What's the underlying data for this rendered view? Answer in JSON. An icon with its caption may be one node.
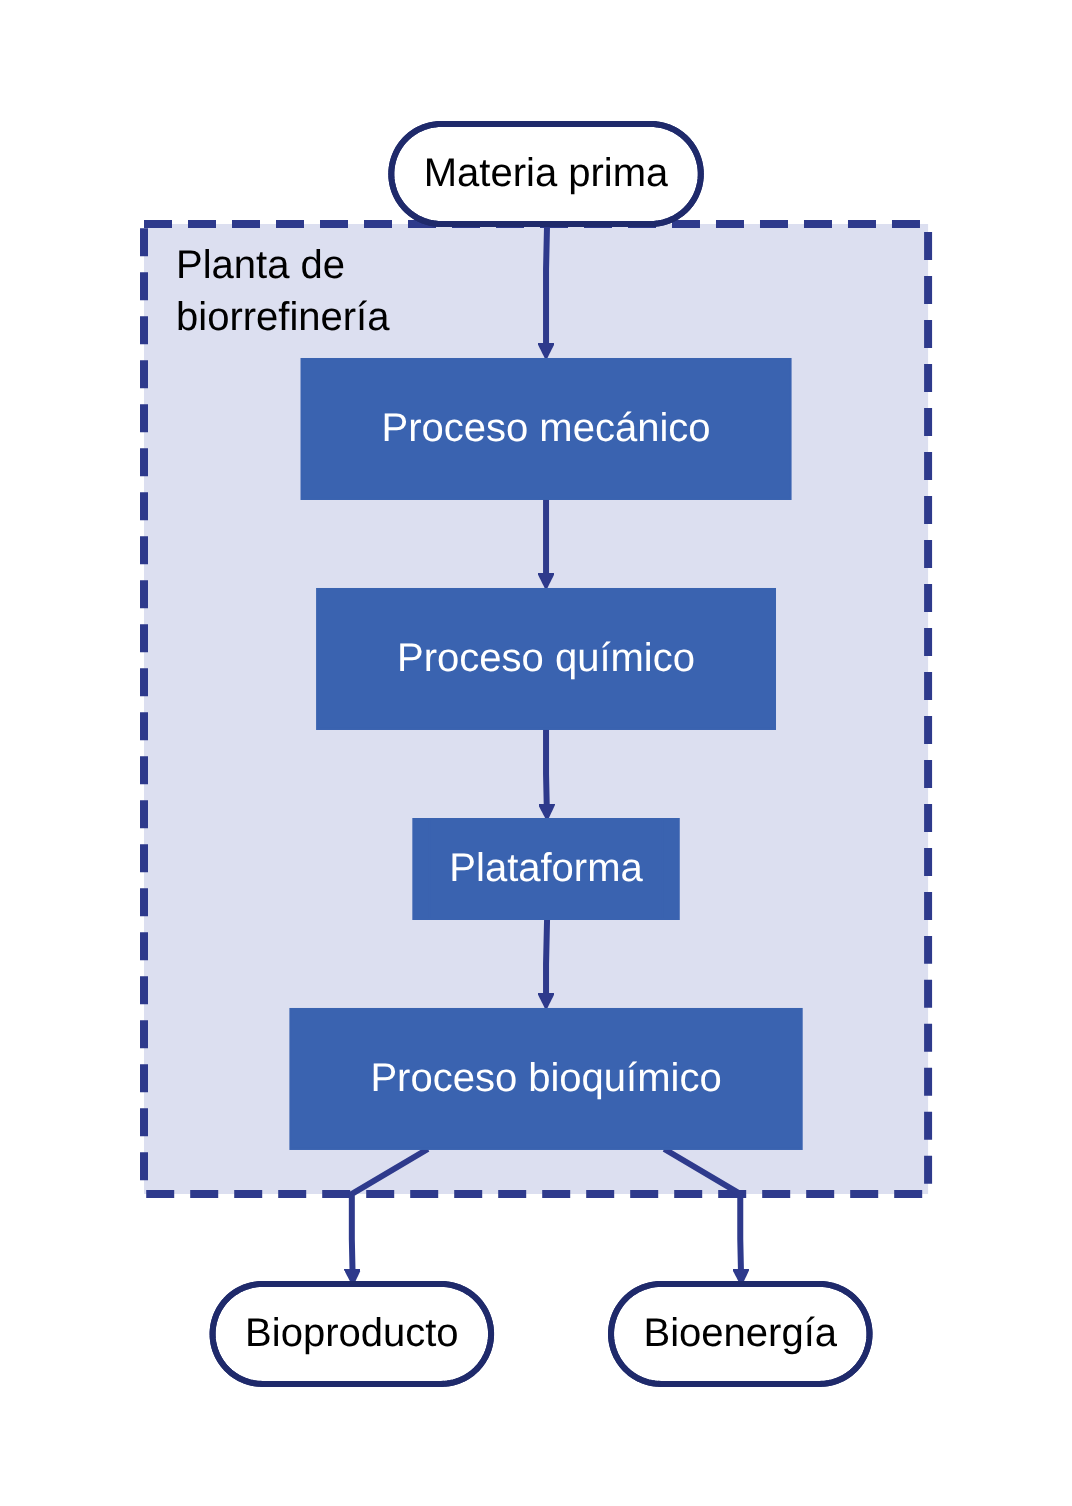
{
  "diagram": {
    "nodes": [
      {
        "text": [
          "Materia prima"
        ]
      },
      {
        "text": [
          "Planta de biorrefinería"
        ]
      },
      {
        "text": [
          "Proceso mecánico"
        ],
        "in": 1
      },
      {
        "text": [
          "Proceso químico"
        ],
        "in": 1
      },
      {
        "text": [
          "Plataforma"
        ],
        "in": 1
      },
      {
        "text": [
          "Proceso bioquímico"
        ],
        "in": 1
      },
      {
        "text": [
          "Bioproducto"
        ]
      },
      {
        "text": [
          "Bioenergía"
        ]
      }
    ],
    "edges": [
      {
        "from": 0,
        "to": 2,
        "arrow": "to"
      },
      {
        "from": 2,
        "to": 3,
        "arrow": "to"
      },
      {
        "from": 3,
        "to": 4,
        "arrow": "to"
      },
      {
        "from": 4,
        "to": 5,
        "arrow": "to"
      },
      {
        "from": 5,
        "to": 6,
        "arrow": "to"
      },
      {
        "from": 5,
        "to": 7,
        "arrow": "to"
      }
    ]
  }
}
